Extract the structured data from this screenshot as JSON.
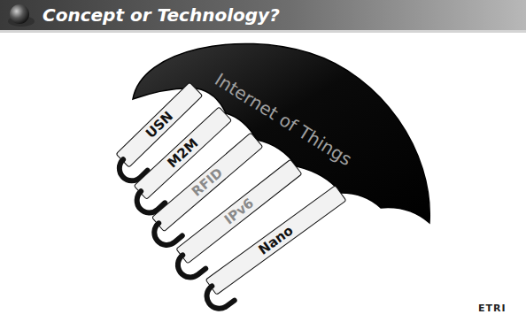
{
  "diagram": {
    "title": "Concept or Technology?",
    "nodes": [
      {
        "text": [
          "Internet of Things"
        ]
      },
      {
        "text": [
          "USN"
        ]
      },
      {
        "text": [
          "M2M"
        ]
      },
      {
        "text": [
          "RFID"
        ]
      },
      {
        "text": [
          "IPv6"
        ]
      },
      {
        "text": [
          "Nano"
        ]
      }
    ],
    "labels": [
      "ETRI"
    ]
  }
}
